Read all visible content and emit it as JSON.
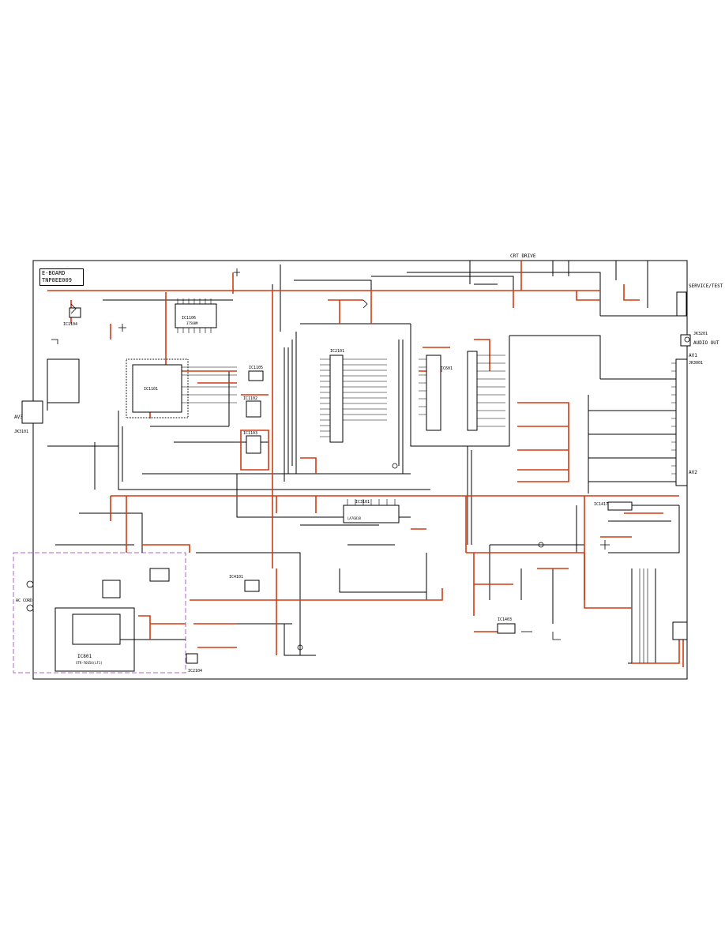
{
  "board": {
    "name": "E-BOARD",
    "part_number": "TNP8EE009"
  },
  "ic_labels": {
    "ic1101": "IC1101",
    "ic1102": "IC1102",
    "ic1103": "IC1103",
    "ic1104": "IC1104",
    "ic1106": "IC1106",
    "ic1106_part": "37508M",
    "ic1105": "IC1105",
    "ic601": "IC601",
    "ic801": "IC801",
    "ic801_part": "STR-F6654(LF1)",
    "ic2101": "IC2101",
    "ic3101": "IC3101",
    "ic3101_part": "LA76818",
    "ic4101": "IC4101",
    "ic1403": "IC1403",
    "ic1417": "IC1417",
    "ic2104": "IC2104"
  },
  "connectors": {
    "av3": "AV3",
    "jk3101": "JK3101",
    "av1": "AV1",
    "jk3001": "JK3001",
    "jk3201": "JK3201",
    "audio_out": "AUDIO OUT",
    "av2": "AV2",
    "service_test": "SERVICE/TEST",
    "crt_drive": "CRT DRIVE",
    "ac_cord": "AC CORD"
  },
  "colors": {
    "wire": "#000000",
    "power_trace": "#d43a10",
    "power_section_border": "#b060d0"
  }
}
